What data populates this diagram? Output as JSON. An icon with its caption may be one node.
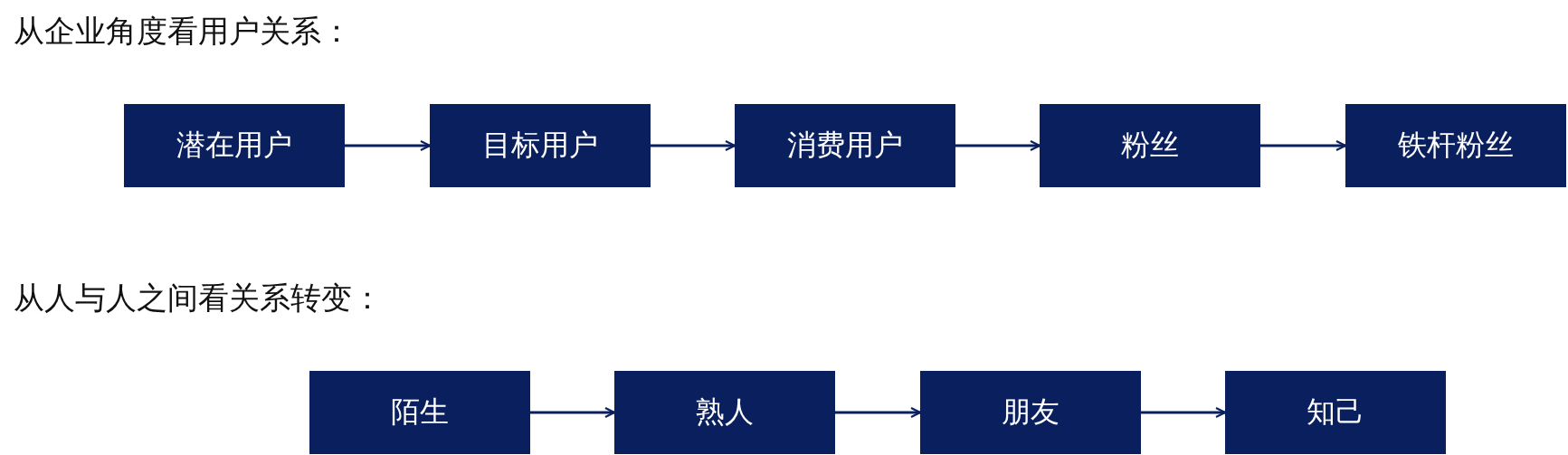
{
  "diagram": {
    "nodes": [
      {
        "text": [
          "潜在用户"
        ]
      },
      {
        "text": [
          "目标用户"
        ]
      },
      {
        "text": [
          "消费用户"
        ]
      },
      {
        "text": [
          "粉丝"
        ]
      },
      {
        "text": [
          "铁杆粉丝"
        ]
      },
      {
        "text": [
          "陌生"
        ]
      },
      {
        "text": [
          "熟人"
        ]
      },
      {
        "text": [
          "朋友"
        ]
      },
      {
        "text": [
          "知己"
        ]
      }
    ],
    "edges": [
      {
        "from": 0,
        "to": 1,
        "arrow": "to"
      },
      {
        "from": 1,
        "to": 2,
        "arrow": "to"
      },
      {
        "from": 2,
        "to": 3,
        "arrow": "to"
      },
      {
        "from": 3,
        "to": 4,
        "arrow": "to"
      },
      {
        "from": 5,
        "to": 6,
        "arrow": "to"
      },
      {
        "from": 6,
        "to": 7,
        "arrow": "to"
      },
      {
        "from": 7,
        "to": 8,
        "arrow": "to"
      }
    ],
    "labels": [
      "从企业角度看用户关系：",
      "从人与人之间看关系转变："
    ]
  }
}
